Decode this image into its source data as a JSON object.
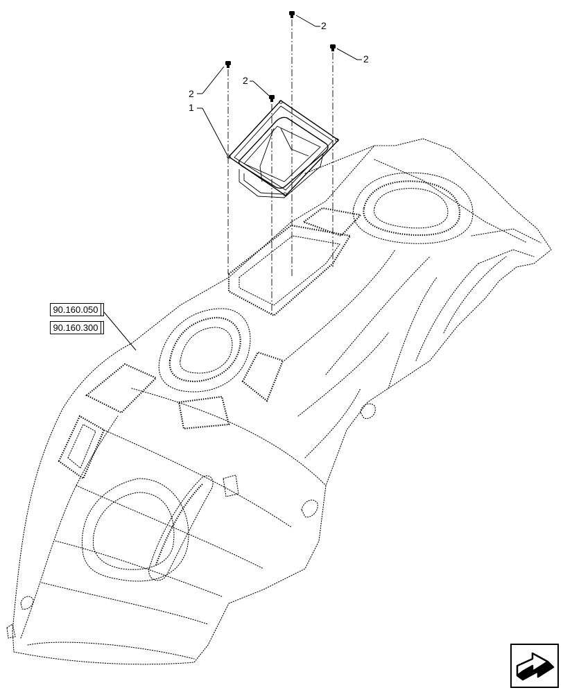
{
  "callouts": {
    "part_1": "1",
    "part_2": "2"
  },
  "references": [
    "90.160.050",
    "90.160.300"
  ],
  "navigation": {
    "icon": "next-page-arrow-icon"
  },
  "colors": {
    "line": "#000000",
    "background": "#ffffff"
  }
}
